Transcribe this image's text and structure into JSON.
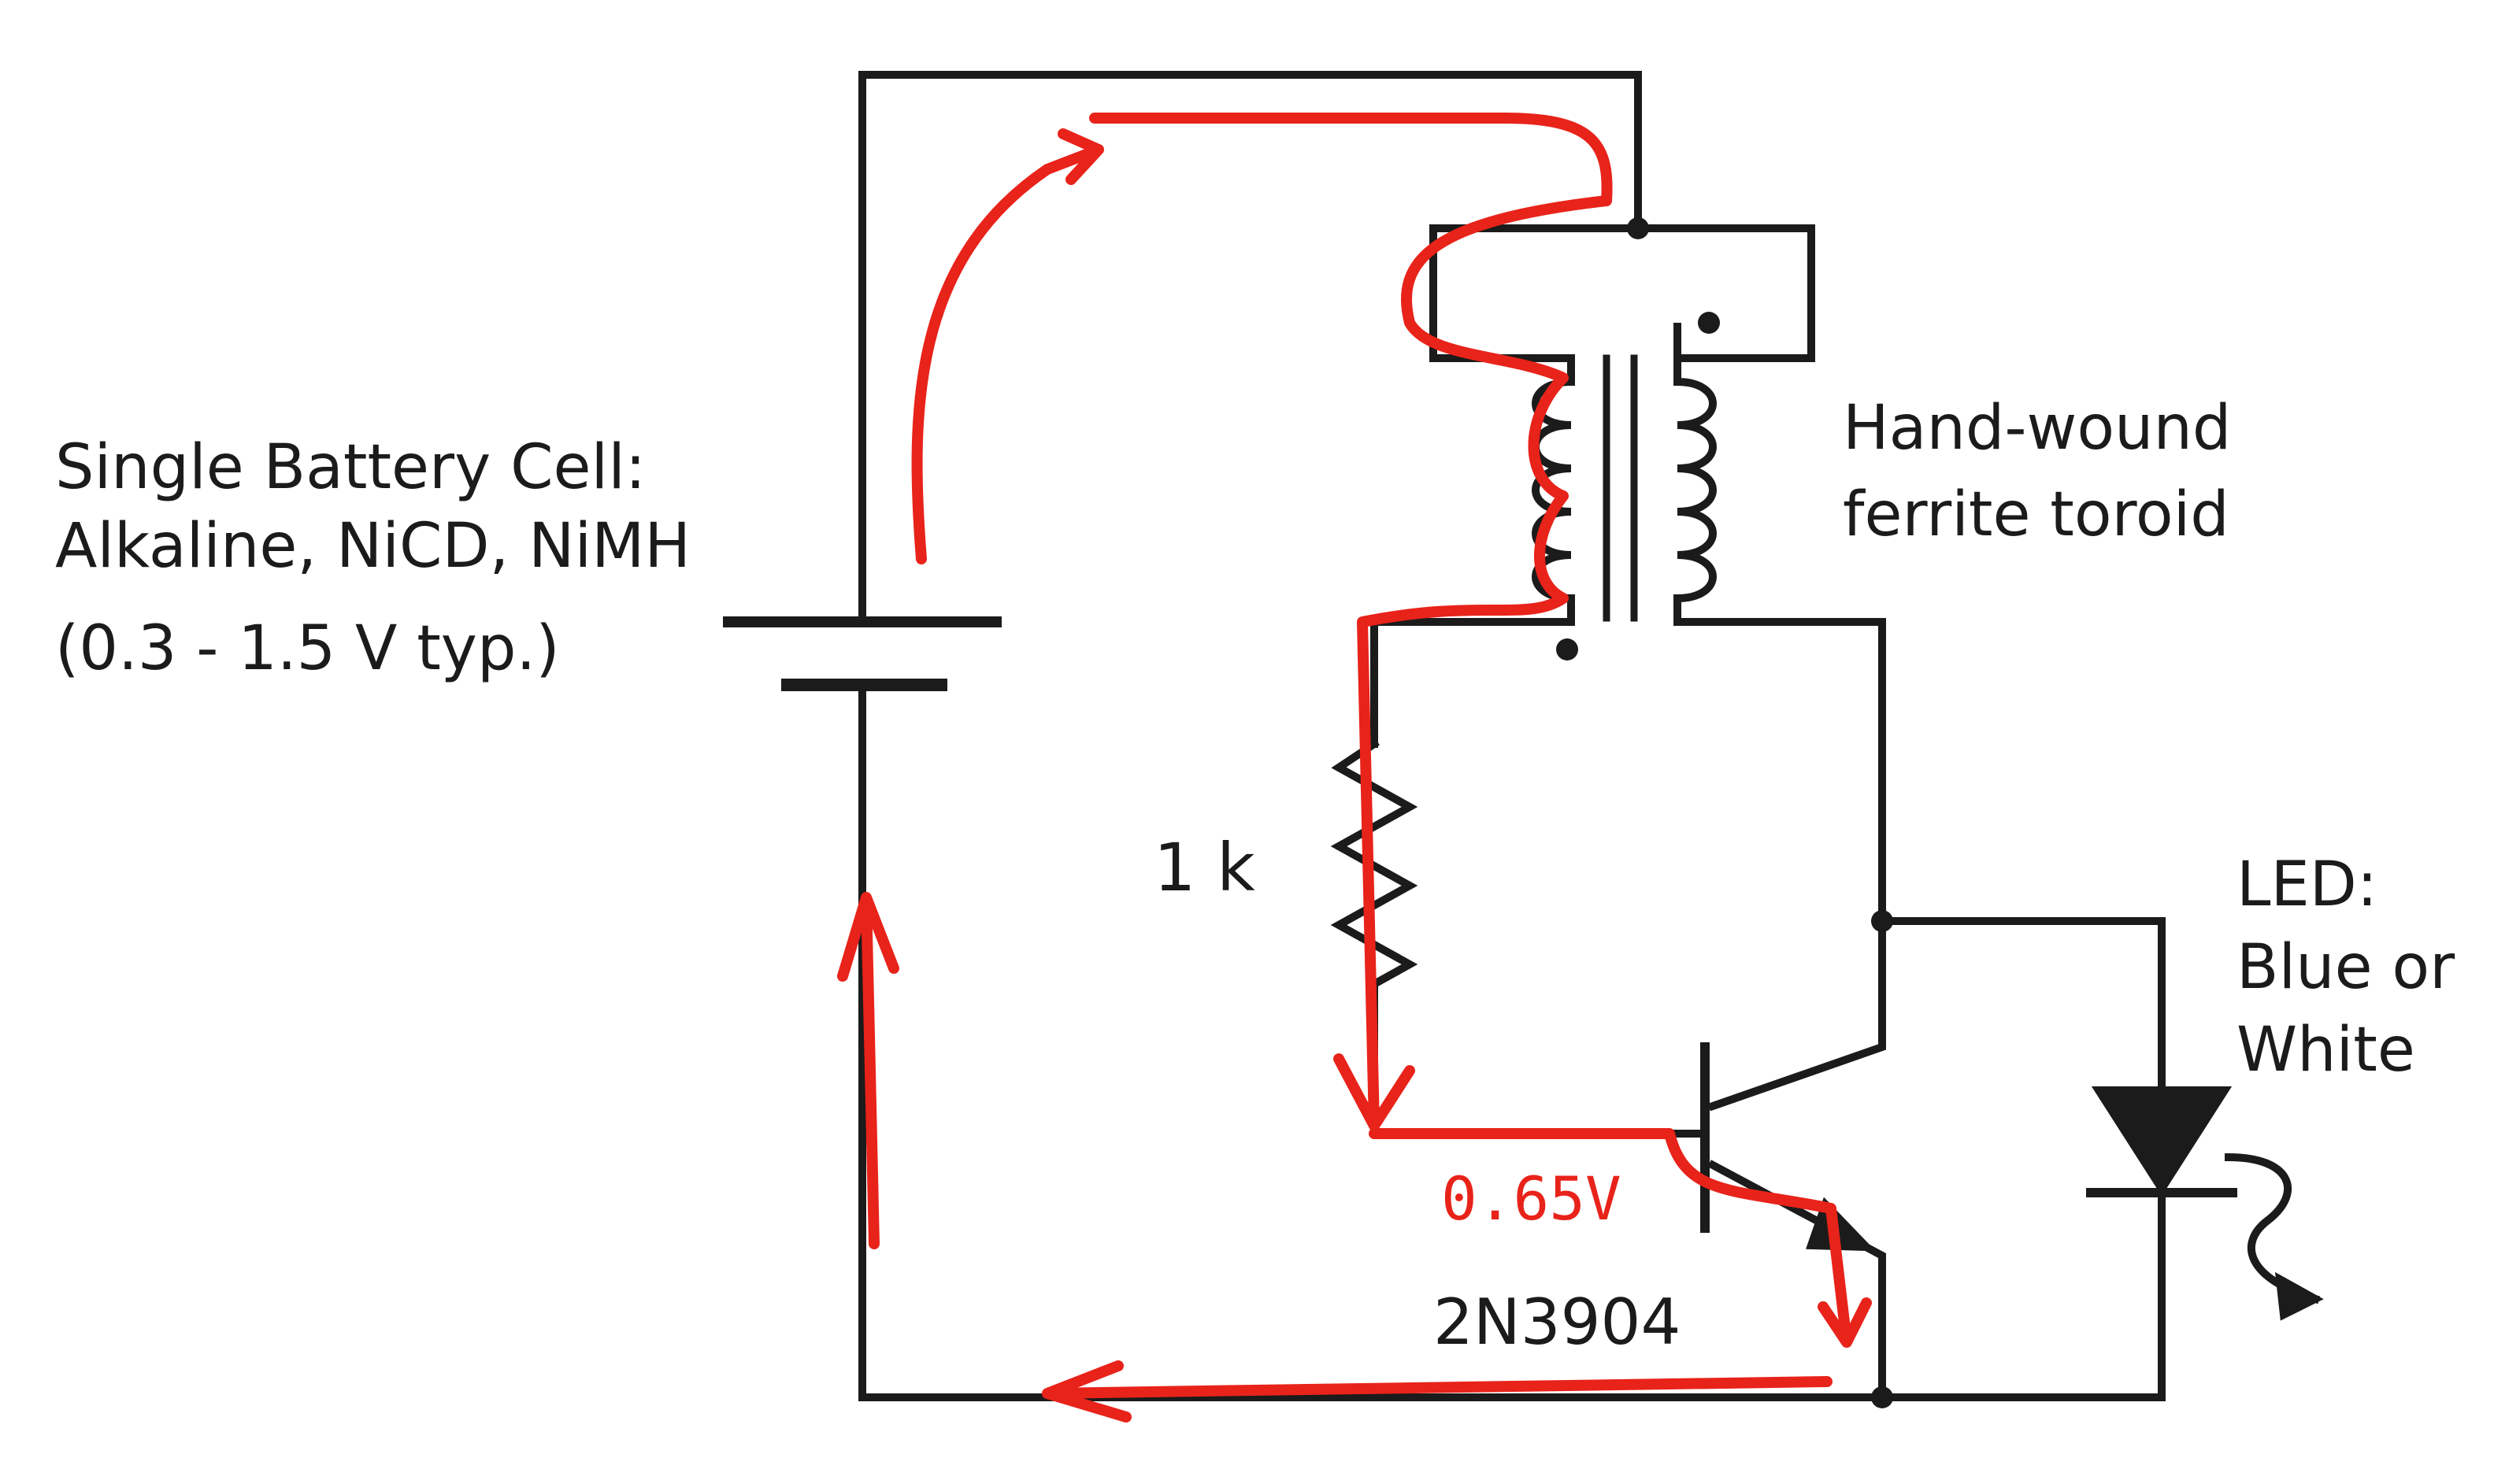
{
  "labels": {
    "battery": {
      "line1": "Single Battery Cell:",
      "line2": "Alkaline, NiCD, NiMH",
      "line3": "(0.3 - 1.5 V typ.)"
    },
    "toroid": {
      "line1": "Hand-wound",
      "line2": "ferrite toroid"
    },
    "resistor": "1 k",
    "led": {
      "line1": "LED:",
      "line2": "Blue or",
      "line3": "White"
    },
    "transistor": "2N3904",
    "annotation_voltage": "0.65V"
  },
  "colors": {
    "wire": "#1b1b1b",
    "annotation": "#e8231a",
    "background": "#ffffff"
  }
}
